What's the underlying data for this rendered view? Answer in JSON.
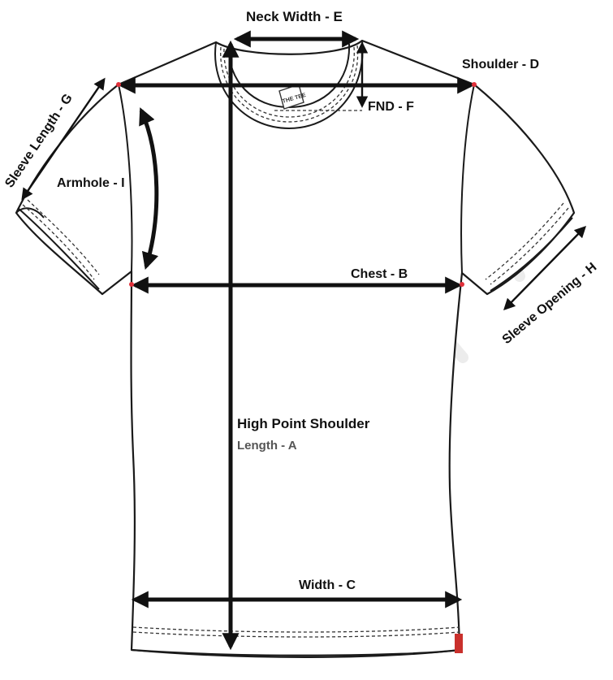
{
  "labels": {
    "neck_width": "Neck Width - E",
    "shoulder": "Shoulder - D",
    "fnd": "FND - F",
    "sleeve_length": "Sleeve Length - G",
    "armhole": "Armhole - I",
    "chest": "Chest - B",
    "sleeve_opening": "Sleeve Opening - H",
    "hps_line1": "High Point Shoulder",
    "hps_line2": "Length - A",
    "width": "Width - C"
  },
  "tag_text": "THE TEE",
  "colors": {
    "outline": "#1a1a1a",
    "arrow": "#111111",
    "point_marker": "#e0303a",
    "tag": "#c9302c",
    "label": "#111111",
    "sub_label": "#555555"
  }
}
